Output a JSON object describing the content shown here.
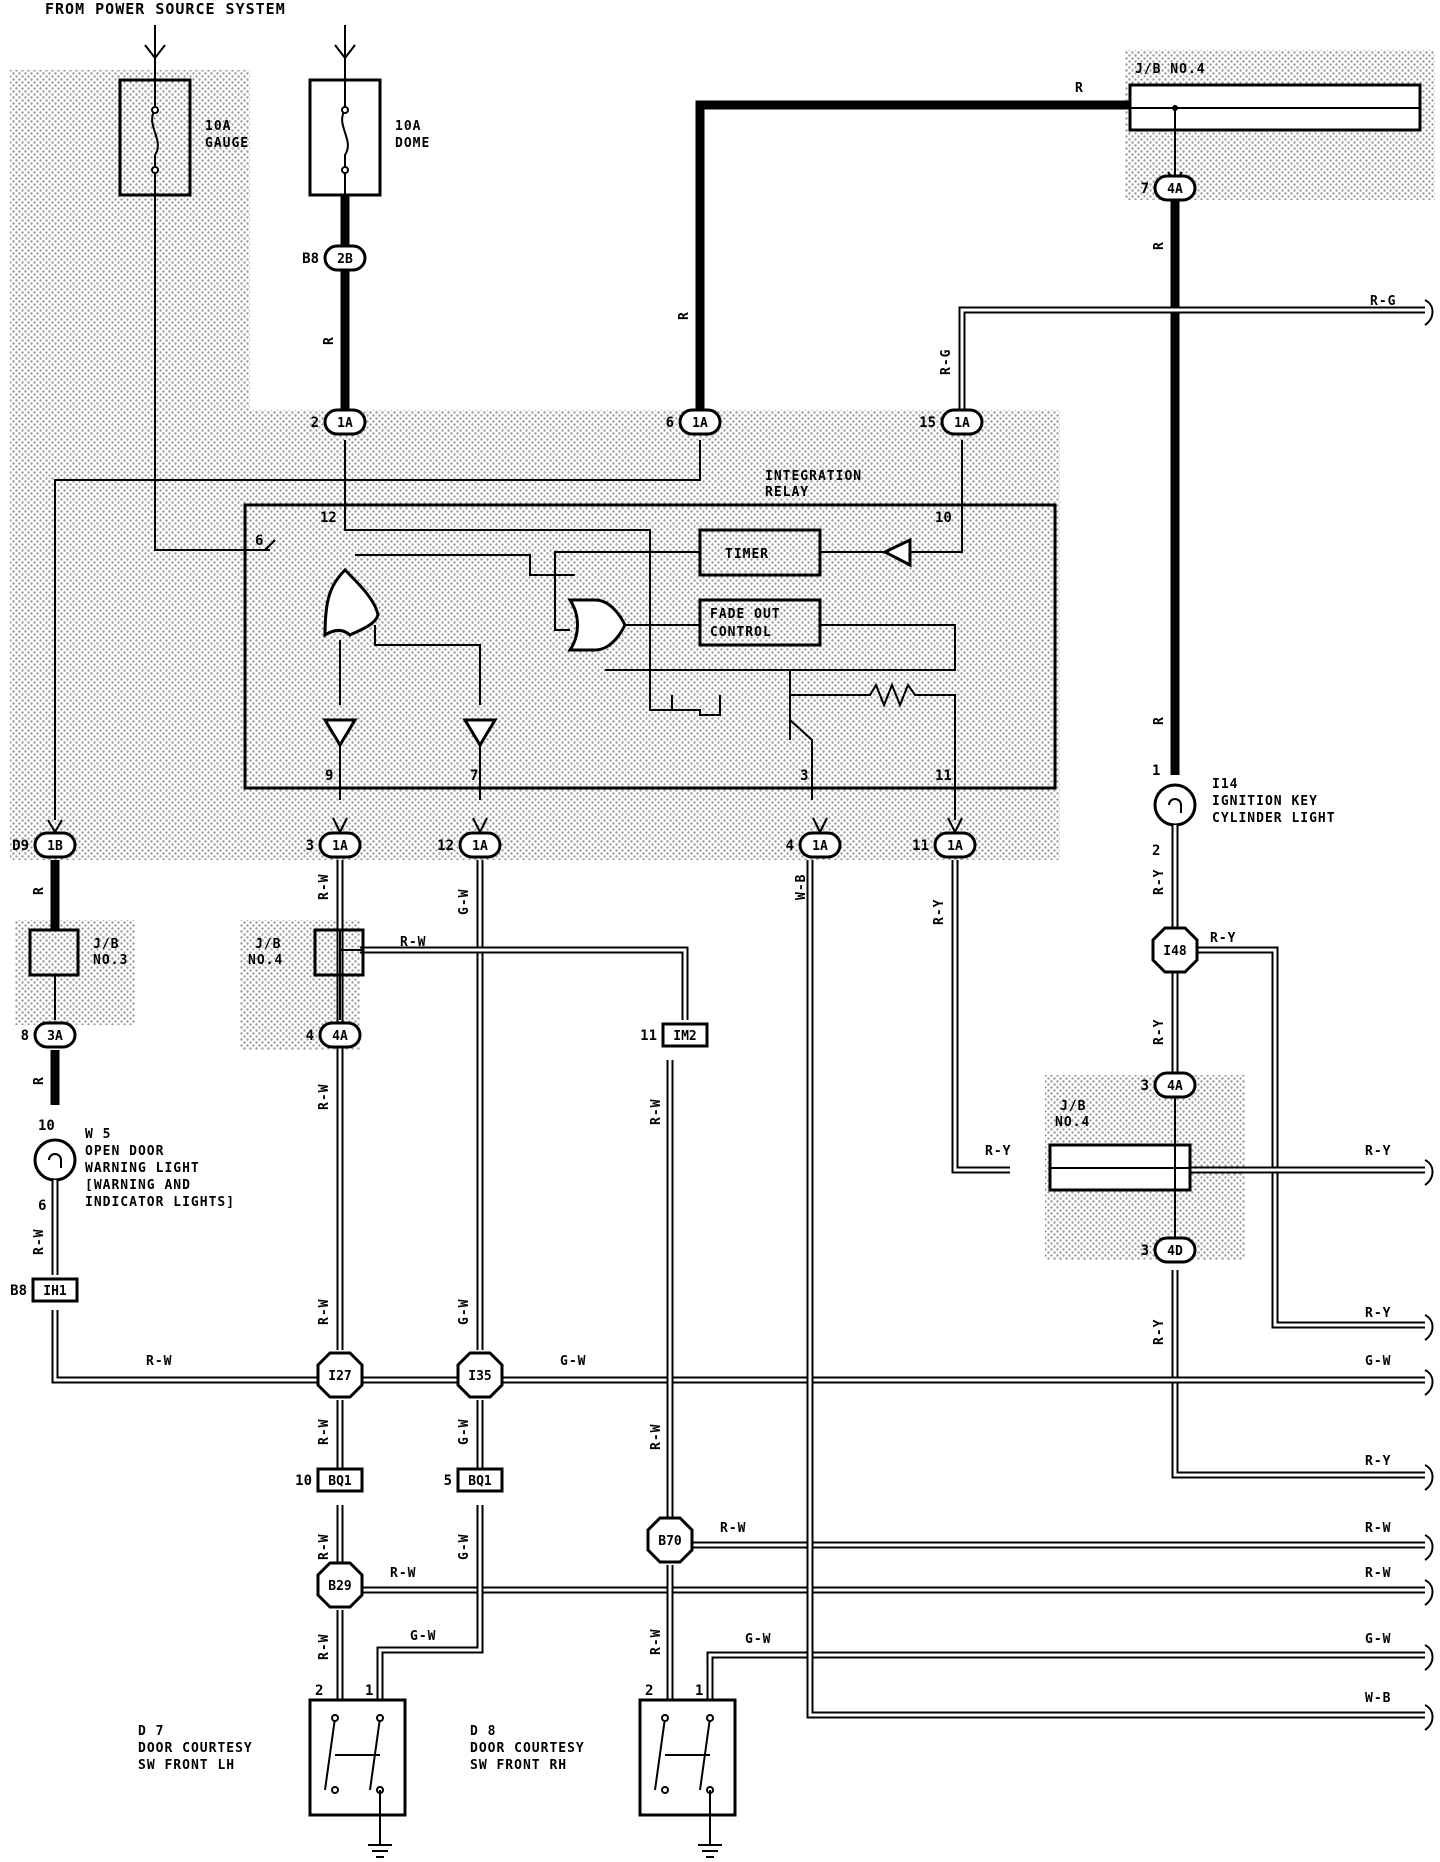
{
  "title": "FROM POWER SOURCE SYSTEM",
  "fuses": [
    {
      "rating": "10A",
      "name": "GAUGE"
    },
    {
      "rating": "10A",
      "name": "DOME"
    }
  ],
  "junction_blocks": {
    "jb4_top": "J/B NO.4",
    "jb3": [
      "J/B",
      "NO.3"
    ],
    "jb4_left": [
      "J/B",
      "NO.4"
    ],
    "jb4_right": [
      "J/B",
      "NO.4"
    ]
  },
  "relay": {
    "title": [
      "INTEGRATION",
      "RELAY"
    ],
    "timer": "TIMER",
    "fade": [
      "FADE OUT",
      "CONTROL"
    ],
    "pins": {
      "p12": "12",
      "p10": "10",
      "p6": "6",
      "p9": "9",
      "p7": "7",
      "p3": "3",
      "p11": "11"
    }
  },
  "connectors": {
    "b8_2b": {
      "pin": "B8",
      "id": "2B"
    },
    "c2_1a": {
      "pin": "2",
      "id": "1A"
    },
    "c6_1a": {
      "pin": "6",
      "id": "1A"
    },
    "c15_1a": {
      "pin": "15",
      "id": "1A"
    },
    "c7_4a": {
      "pin": "7",
      "id": "4A"
    },
    "d9_1b": {
      "pin": "D9",
      "id": "1B"
    },
    "c3_1a": {
      "pin": "3",
      "id": "1A"
    },
    "c12_1a": {
      "pin": "12",
      "id": "1A"
    },
    "c4_1a": {
      "pin": "4",
      "id": "1A"
    },
    "c11_1a": {
      "pin": "11",
      "id": "1A"
    },
    "c8_3a": {
      "pin": "8",
      "id": "3A"
    },
    "c4_4a": {
      "pin": "4",
      "id": "4A"
    },
    "c11_im2": {
      "pin": "11",
      "id": "IM2"
    },
    "c3_4a": {
      "pin": "3",
      "id": "4A"
    },
    "c3_4d": {
      "pin": "3",
      "id": "4D"
    },
    "b8_ih1": {
      "pin": "B8",
      "id": "IH1"
    },
    "c10_bq1": {
      "pin": "10",
      "id": "BQ1"
    },
    "c5_bq1": {
      "pin": "5",
      "id": "BQ1"
    }
  },
  "junctions": [
    "I27",
    "I35",
    "I48",
    "B70",
    "B29"
  ],
  "components": {
    "w5": {
      "pin_top": "10",
      "pin_bottom": "6",
      "code": "W 5",
      "lines": [
        "OPEN DOOR",
        "WARNING LIGHT",
        "[WARNING AND",
        " INDICATOR LIGHTS]"
      ]
    },
    "i14": {
      "pin_top": "1",
      "pin_bottom": "2",
      "code": "I14",
      "lines": [
        "IGNITION KEY",
        "CYLINDER LIGHT"
      ]
    },
    "d7": {
      "code": "D 7",
      "lines": [
        "DOOR COURTESY",
        "SW FRONT LH"
      ],
      "pin_left": "2",
      "pin_right": "1"
    },
    "d8": {
      "code": "D 8",
      "lines": [
        "DOOR COURTESY",
        "SW FRONT RH"
      ],
      "pin_left": "2",
      "pin_right": "1"
    }
  },
  "wire_colors": {
    "r": "R",
    "rg": "R-G",
    "rw": "R-W",
    "gw": "G-W",
    "wb": "W-B",
    "ry": "R-Y"
  }
}
